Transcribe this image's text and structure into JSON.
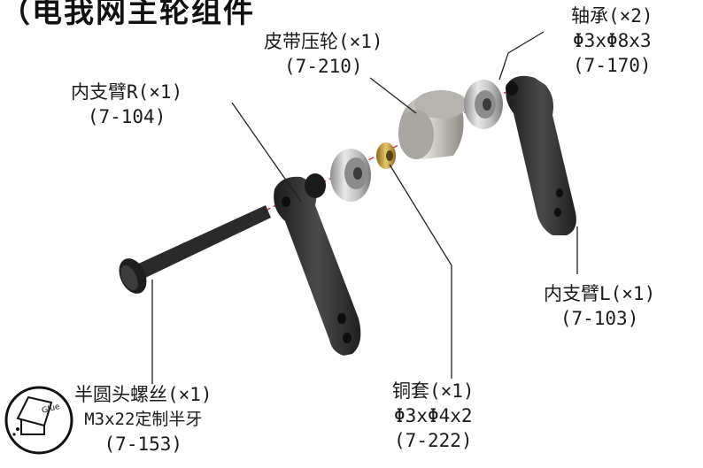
{
  "title_fragment": "（电我网主轮组件",
  "parts": {
    "belt_pulley": {
      "name": "皮带压轮(×1)",
      "code": "(7-210)"
    },
    "bearing": {
      "name": "轴承(×2)",
      "spec": "Φ3xΦ8x3",
      "code": "(7-170)"
    },
    "inner_arm_r": {
      "name": "内支臂R(×1)",
      "code": "(7-104)"
    },
    "inner_arm_l": {
      "name": "内支臂L(×1)",
      "code": "(7-103)"
    },
    "copper_sleeve": {
      "name": "铜套(×1)",
      "spec": "Φ3xΦ4x2",
      "code": "(7-222)"
    },
    "screw": {
      "name": "半圆头螺丝(×1)",
      "spec": "M3x22定制半牙",
      "code": "(7-153)"
    }
  },
  "glue_badge": {
    "text": "Glue"
  },
  "colors": {
    "arm": "#2b2b2b",
    "metal": "#c9c9c9",
    "copper": "#c8a24a",
    "axis_line": "#e03030",
    "leader": "#222222"
  }
}
